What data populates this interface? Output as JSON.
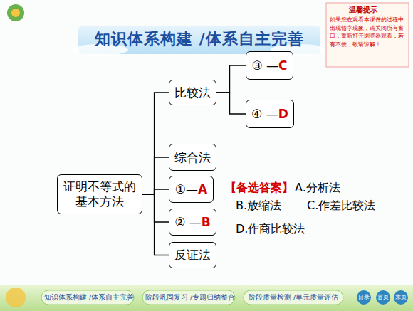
{
  "diagram": {
    "title": "知识体系构建 /体系自主完善",
    "nodes": [
      {
        "text": [
          "证明不等式的基本方法"
        ]
      },
      {
        "text": [
          "比较法"
        ]
      },
      {
        "text": [
          "③ —",
          "C"
        ]
      },
      {
        "text": [
          "④ —",
          "D"
        ]
      },
      {
        "text": [
          "综合法"
        ]
      },
      {
        "text": [
          "①—",
          "A"
        ]
      },
      {
        "text": [
          "② —",
          "B"
        ]
      },
      {
        "text": [
          "反证法"
        ]
      }
    ],
    "edges": [
      {
        "from": 0,
        "to": 1,
        "arrow": "none"
      },
      {
        "from": 0,
        "to": 4,
        "arrow": "none"
      },
      {
        "from": 0,
        "to": 5,
        "arrow": "none"
      },
      {
        "from": 0,
        "to": 6,
        "arrow": "none"
      },
      {
        "from": 0,
        "to": 7,
        "arrow": "none"
      },
      {
        "from": 1,
        "to": 2,
        "arrow": "none"
      },
      {
        "from": 1,
        "to": 3,
        "arrow": "none"
      }
    ],
    "labels": [
      "【备选答案】",
      "A.分析法",
      "B.放缩法",
      "C.作差比较法",
      "D.作商比较法",
      "温馨提示",
      "如果您在观看本课件的过程中出现错字现象，请关闭所有窗口，重新打开浏览器观看，若有不便，敬请谅解！",
      "知识体系构建 /体系自主完善",
      "阶段巩固复习 /专题归纳整合",
      "阶段质量检测 /单元质量评估",
      "目录",
      "首页",
      "末页"
    ]
  }
}
